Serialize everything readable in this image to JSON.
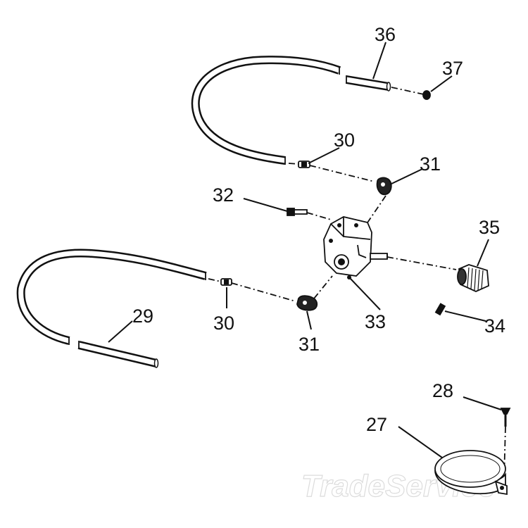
{
  "callouts": {
    "c36": "36",
    "c37": "37",
    "c30_upper": "30",
    "c31_upper": "31",
    "c32": "32",
    "c35": "35",
    "c33": "33",
    "c34": "34",
    "c29": "29",
    "c30_lower": "30",
    "c31_lower": "31",
    "c28": "28",
    "c27": "27"
  },
  "watermark": "TradeService"
}
